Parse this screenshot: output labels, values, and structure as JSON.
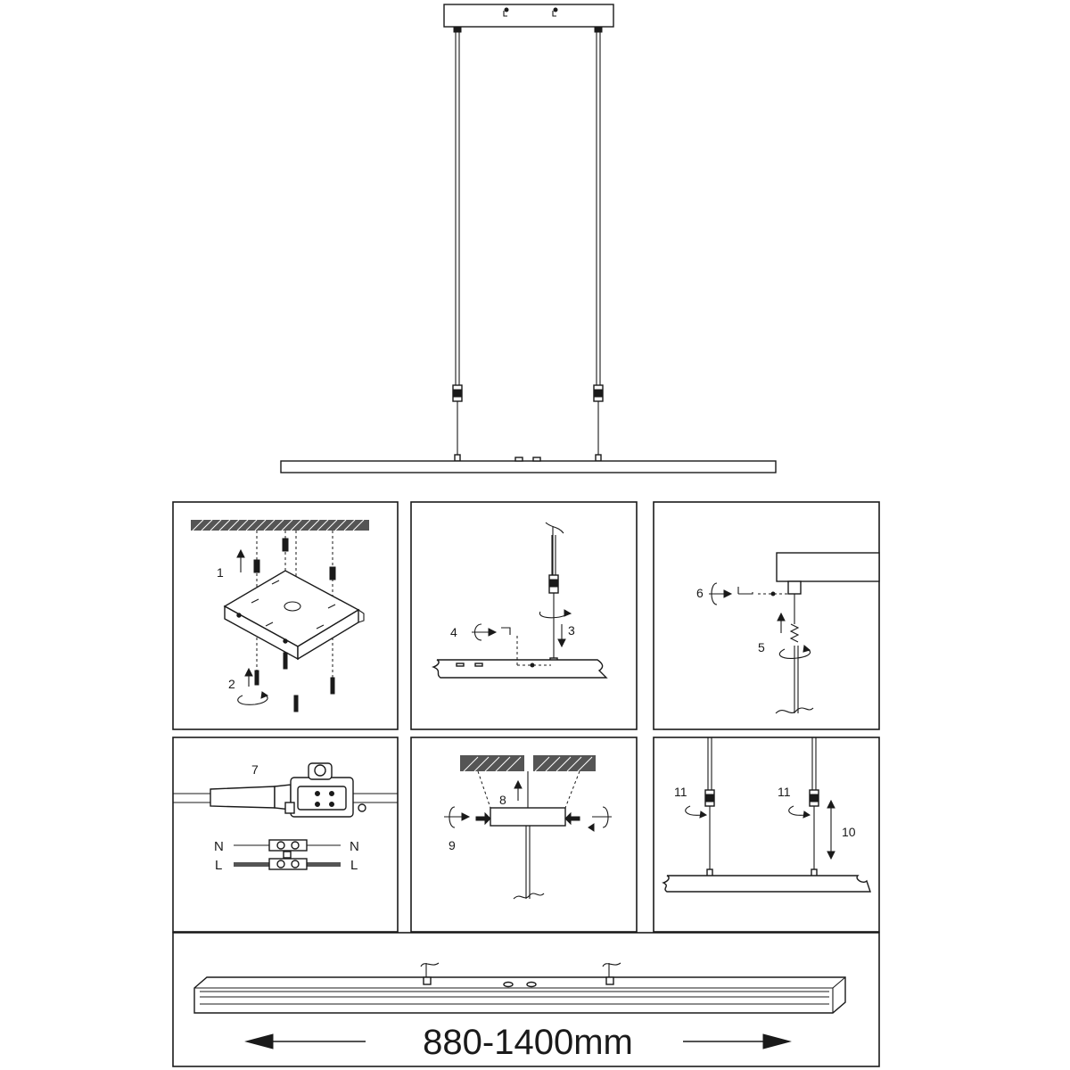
{
  "steps": {
    "s1": "1",
    "s2": "2",
    "s3": "3",
    "s4": "4",
    "s5": "5",
    "s6": "6",
    "s7": "7",
    "s8": "8",
    "s9": "9",
    "s10": "10",
    "s11a": "11",
    "s11b": "11"
  },
  "wiring": {
    "n_left": "N",
    "n_right": "N",
    "l_left": "L",
    "l_right": "L"
  },
  "dimension": "880-1400mm"
}
